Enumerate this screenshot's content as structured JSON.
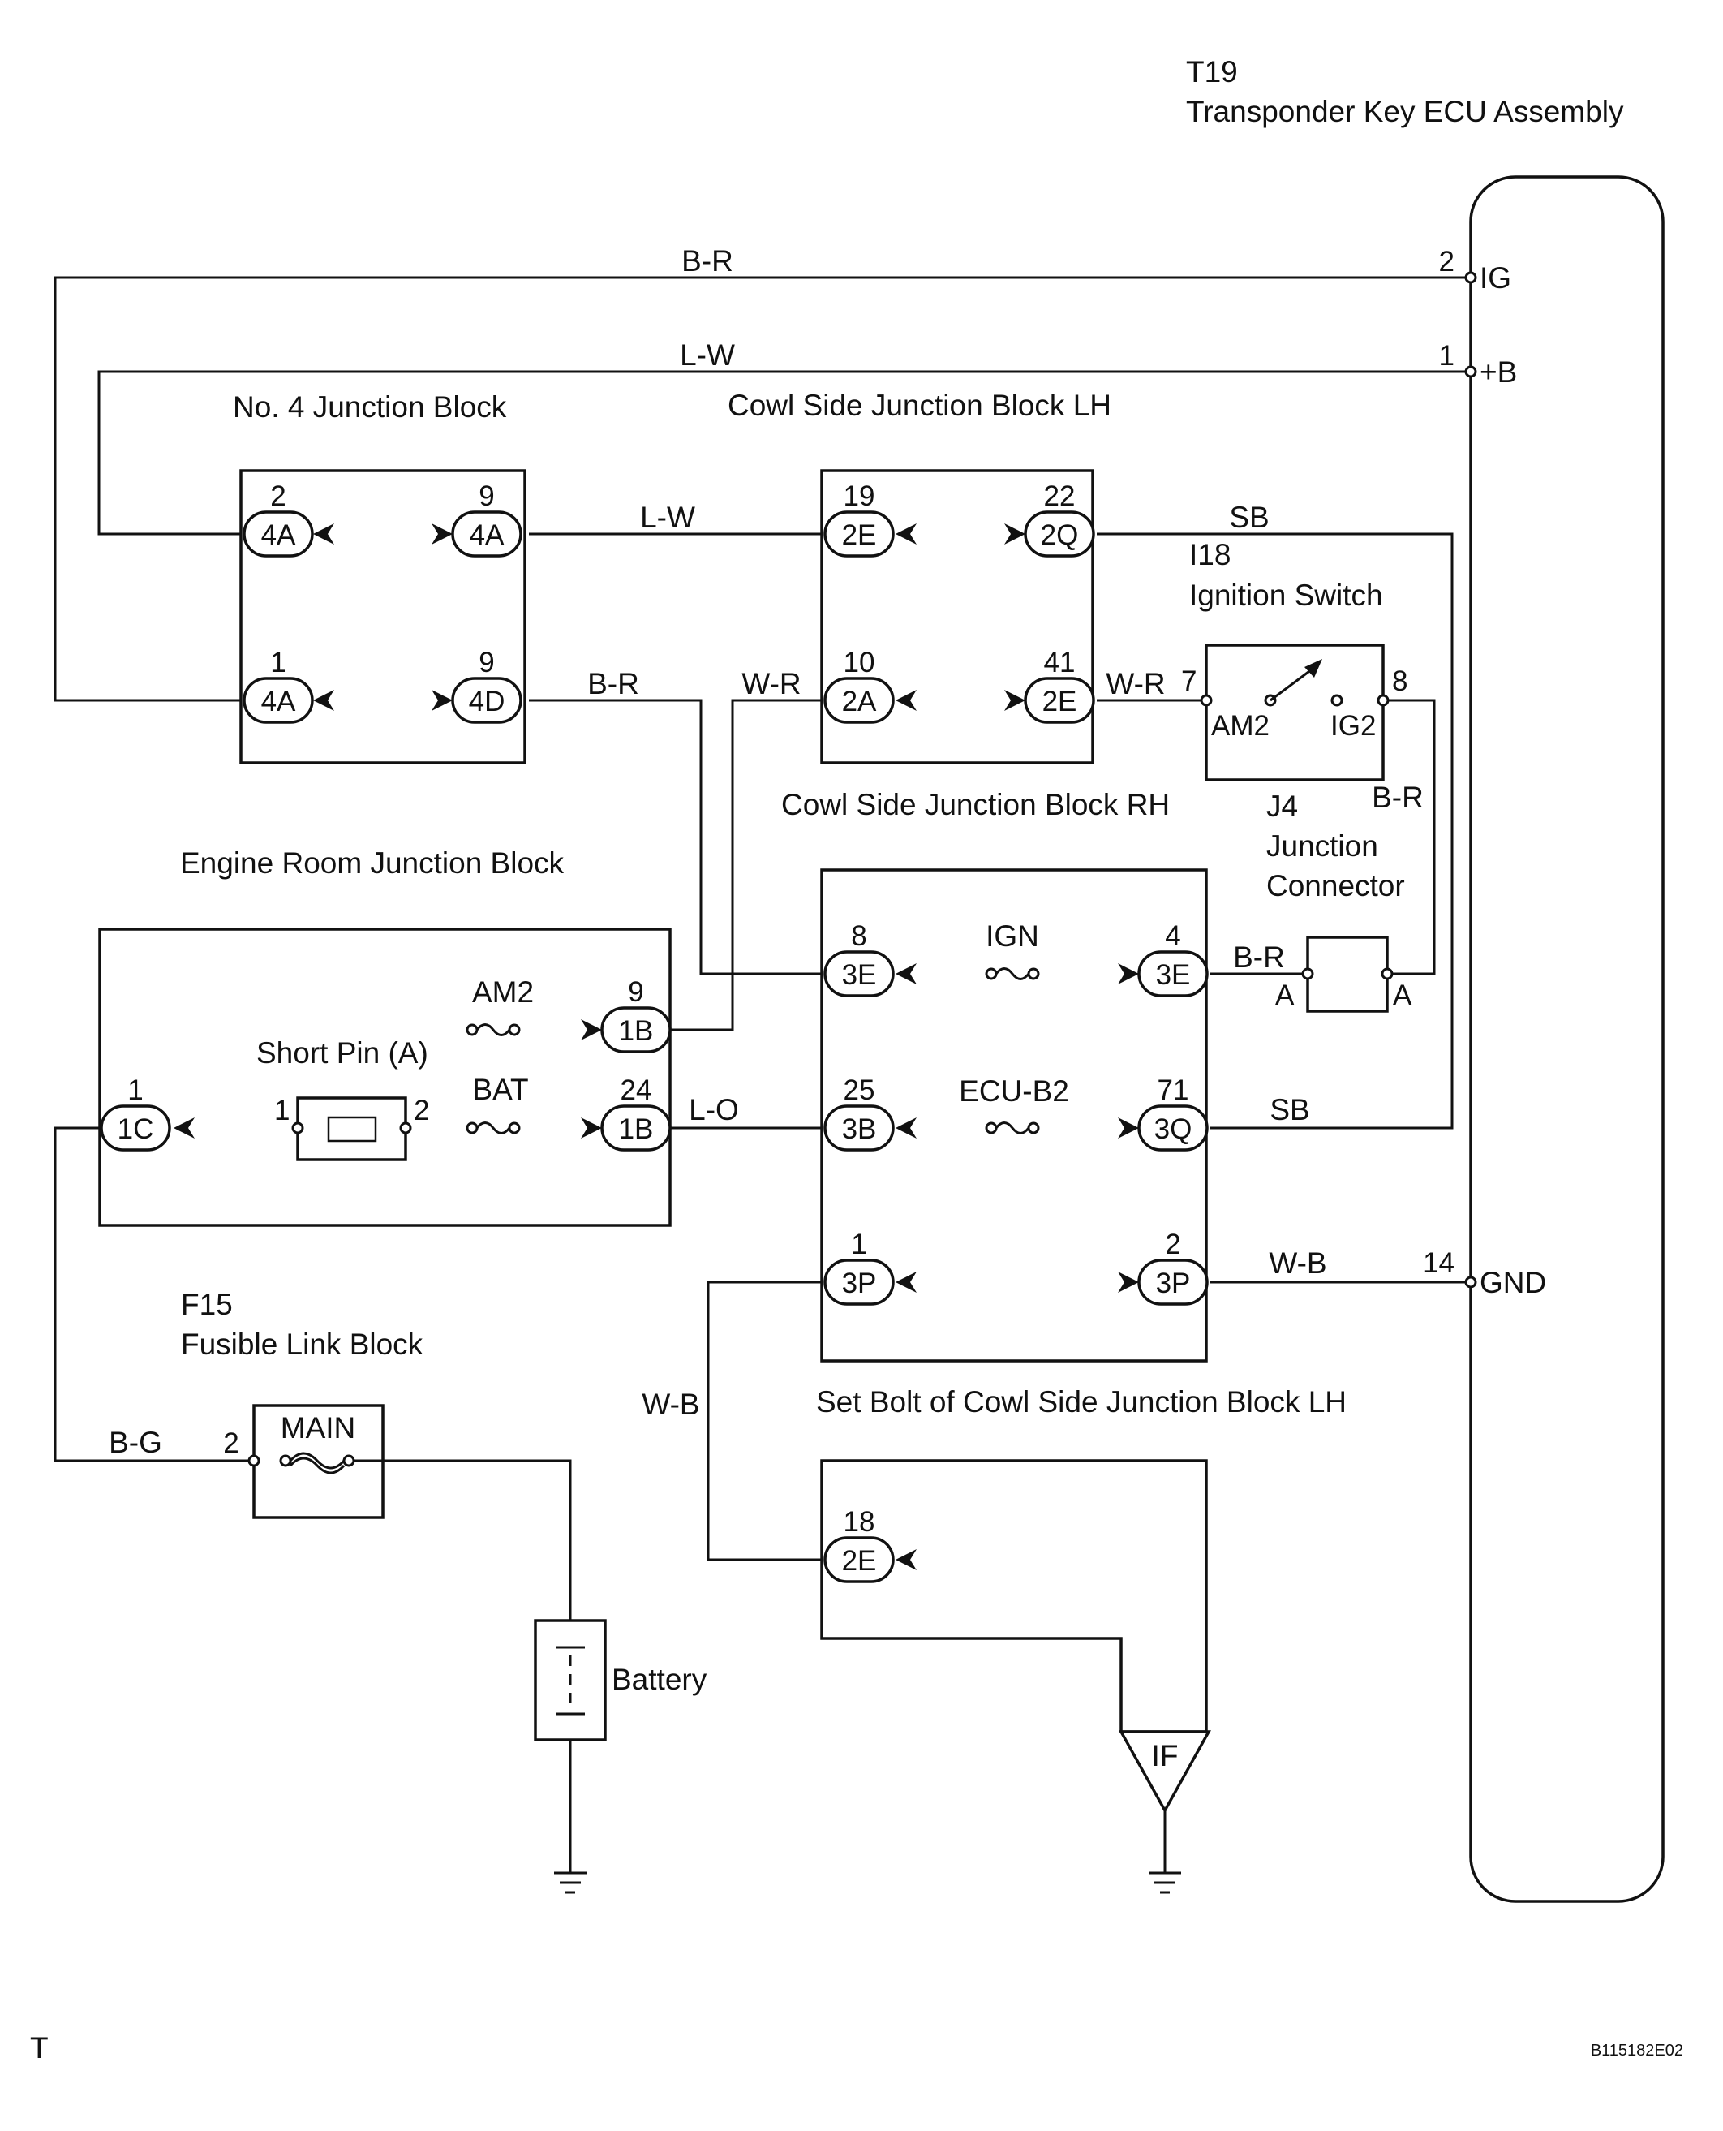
{
  "components": {
    "ecu": {
      "code": "T19",
      "name": "Transponder Key ECU Assembly",
      "terminals": [
        {
          "pin": "2",
          "name": "IG"
        },
        {
          "pin": "1",
          "name": "+B"
        },
        {
          "pin": "14",
          "name": "GND"
        }
      ]
    },
    "jb4": {
      "name": "No. 4 Junction Block"
    },
    "cowl_lh": {
      "name": "Cowl Side Junction Block LH"
    },
    "cowl_rh": {
      "name": "Cowl Side Junction Block RH"
    },
    "engine_jb": {
      "name": "Engine Room Junction Block"
    },
    "ign_switch": {
      "code": "I18",
      "name": "Ignition Switch",
      "pin_left": "7",
      "pin_right": "8",
      "contact_left": "AM2",
      "contact_right": "IG2"
    },
    "j4": {
      "code": "J4",
      "name_line1": "Junction",
      "name_line2": "Connector",
      "pin_left": "A",
      "pin_right": "A"
    },
    "fusible": {
      "code": "F15",
      "name": "Fusible Link Block",
      "fuse": "MAIN",
      "pin": "2"
    },
    "short_pin": {
      "name": "Short Pin (A)",
      "pin_left": "1",
      "pin_right": "2"
    },
    "battery": {
      "name": "Battery"
    },
    "set_bolt": {
      "name": "Set Bolt of Cowl Side Junction Block LH"
    },
    "ground_if": {
      "name": "IF"
    }
  },
  "fuses": {
    "ign": "IGN",
    "ecu_b2": "ECU-B2",
    "am2": "AM2",
    "bat": "BAT"
  },
  "connectors": [
    {
      "id": "c1",
      "num": "2",
      "code": "4A"
    },
    {
      "id": "c2",
      "num": "9",
      "code": "4A"
    },
    {
      "id": "c3",
      "num": "1",
      "code": "4A"
    },
    {
      "id": "c4",
      "num": "9",
      "code": "4D"
    },
    {
      "id": "c5",
      "num": "19",
      "code": "2E"
    },
    {
      "id": "c6",
      "num": "22",
      "code": "2Q"
    },
    {
      "id": "c7",
      "num": "10",
      "code": "2A"
    },
    {
      "id": "c8",
      "num": "41",
      "code": "2E"
    },
    {
      "id": "c9",
      "num": "8",
      "code": "3E"
    },
    {
      "id": "c10",
      "num": "4",
      "code": "3E"
    },
    {
      "id": "c11",
      "num": "25",
      "code": "3B"
    },
    {
      "id": "c12",
      "num": "71",
      "code": "3Q"
    },
    {
      "id": "c13",
      "num": "1",
      "code": "3P"
    },
    {
      "id": "c14",
      "num": "2",
      "code": "3P"
    },
    {
      "id": "c15",
      "num": "9",
      "code": "1B"
    },
    {
      "id": "c16",
      "num": "24",
      "code": "1B"
    },
    {
      "id": "c17",
      "num": "1",
      "code": "1C"
    },
    {
      "id": "c18",
      "num": "18",
      "code": "2E"
    }
  ],
  "wires": {
    "br": "B-R",
    "lw": "L-W",
    "sb": "SB",
    "wr": "W-R",
    "lo": "L-O",
    "wb": "W-B",
    "bg": "B-G"
  },
  "footer": {
    "left": "T",
    "right": "B115182E02"
  }
}
